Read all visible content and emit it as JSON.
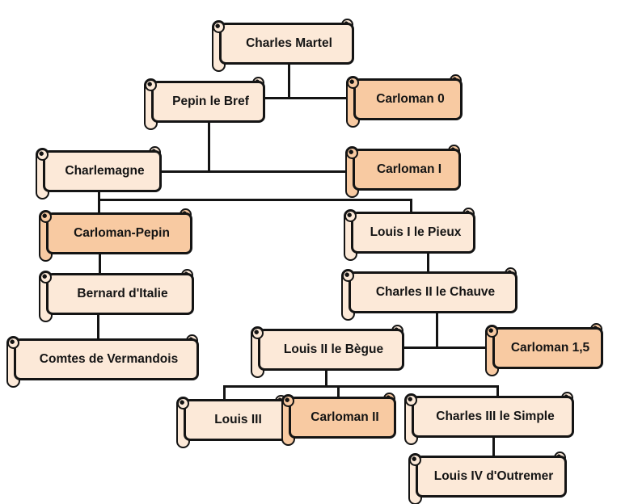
{
  "palette": {
    "background": "#ffffff",
    "node_fill": "#fce9d8",
    "node_fill_emphasis": "#f8caa2",
    "outline": "#141414",
    "text": "#141414"
  },
  "tree": {
    "nodes": [
      {
        "id": "charles-martel",
        "label": "Charles Martel",
        "emphasis": false
      },
      {
        "id": "pepin-le-bref",
        "label": "Pepin le Bref",
        "emphasis": false
      },
      {
        "id": "carloman-0",
        "label": "Carloman 0",
        "emphasis": true
      },
      {
        "id": "charlemagne",
        "label": "Charlemagne",
        "emphasis": false
      },
      {
        "id": "carloman-i",
        "label": "Carloman I",
        "emphasis": true
      },
      {
        "id": "carloman-pepin",
        "label": "Carloman-Pepin",
        "emphasis": true
      },
      {
        "id": "louis-i-le-pieux",
        "label": "Louis I le Pieux",
        "emphasis": false
      },
      {
        "id": "bernard-d-italie",
        "label": "Bernard d'Italie",
        "emphasis": false
      },
      {
        "id": "charles-ii-le-chauve",
        "label": "Charles II le Chauve",
        "emphasis": false
      },
      {
        "id": "comtes-de-vermandois",
        "label": "Comtes de Vermandois",
        "emphasis": false
      },
      {
        "id": "louis-ii-le-begue",
        "label": "Louis II le Bègue",
        "emphasis": false
      },
      {
        "id": "carloman-1-5",
        "label": "Carloman 1,5",
        "emphasis": true
      },
      {
        "id": "louis-iii",
        "label": "Louis III",
        "emphasis": false
      },
      {
        "id": "carloman-ii",
        "label": "Carloman II",
        "emphasis": true
      },
      {
        "id": "charles-iii-le-simple",
        "label": "Charles III le Simple",
        "emphasis": false
      },
      {
        "id": "louis-iv-d-outremer",
        "label": "Louis IV d'Outremer",
        "emphasis": false
      }
    ],
    "edges": [
      {
        "from": "charles-martel",
        "to": [
          "pepin-le-bref",
          "carloman-0"
        ]
      },
      {
        "from": "pepin-le-bref",
        "to": [
          "charlemagne",
          "carloman-i"
        ]
      },
      {
        "from": "charlemagne",
        "to": [
          "carloman-pepin",
          "louis-i-le-pieux"
        ]
      },
      {
        "from": "carloman-pepin",
        "to": [
          "bernard-d-italie"
        ]
      },
      {
        "from": "bernard-d-italie",
        "to": [
          "comtes-de-vermandois"
        ]
      },
      {
        "from": "louis-i-le-pieux",
        "to": [
          "charles-ii-le-chauve"
        ]
      },
      {
        "from": "charles-ii-le-chauve",
        "to": [
          "louis-ii-le-begue",
          "carloman-1-5"
        ]
      },
      {
        "from": "louis-ii-le-begue",
        "to": [
          "louis-iii",
          "carloman-ii",
          "charles-iii-le-simple"
        ]
      },
      {
        "from": "charles-iii-le-simple",
        "to": [
          "louis-iv-d-outremer"
        ]
      }
    ]
  }
}
